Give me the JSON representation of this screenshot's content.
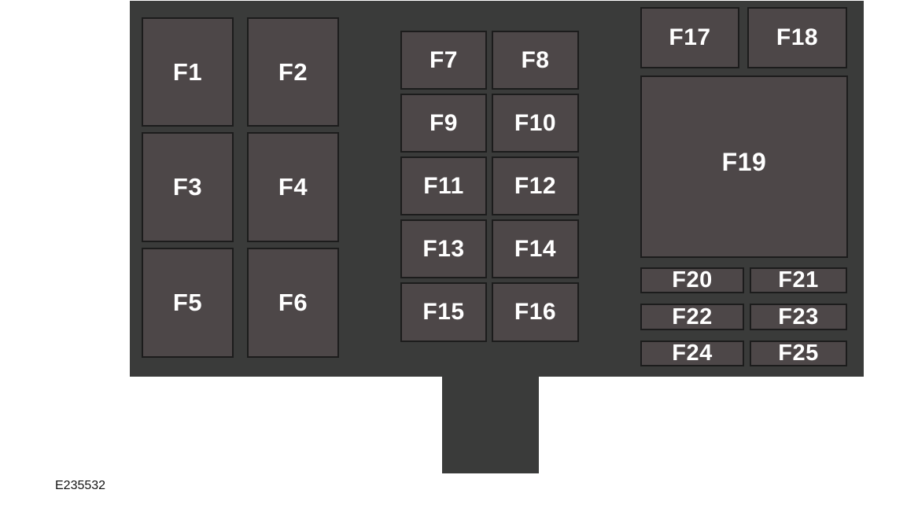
{
  "diagram": {
    "figure_code": "E235532",
    "fuses": {
      "F1": "F1",
      "F2": "F2",
      "F3": "F3",
      "F4": "F4",
      "F5": "F5",
      "F6": "F6",
      "F7": "F7",
      "F8": "F8",
      "F9": "F9",
      "F10": "F10",
      "F11": "F11",
      "F12": "F12",
      "F13": "F13",
      "F14": "F14",
      "F15": "F15",
      "F16": "F16",
      "F17": "F17",
      "F18": "F18",
      "F19": "F19",
      "F20": "F20",
      "F21": "F21",
      "F22": "F22",
      "F23": "F23",
      "F24": "F24",
      "F25": "F25"
    },
    "colors": {
      "housing": "#3a3b3a",
      "fuse_fill": "#4d4748",
      "fuse_border": "#1c1c1c",
      "label_text": "#ffffff"
    }
  }
}
